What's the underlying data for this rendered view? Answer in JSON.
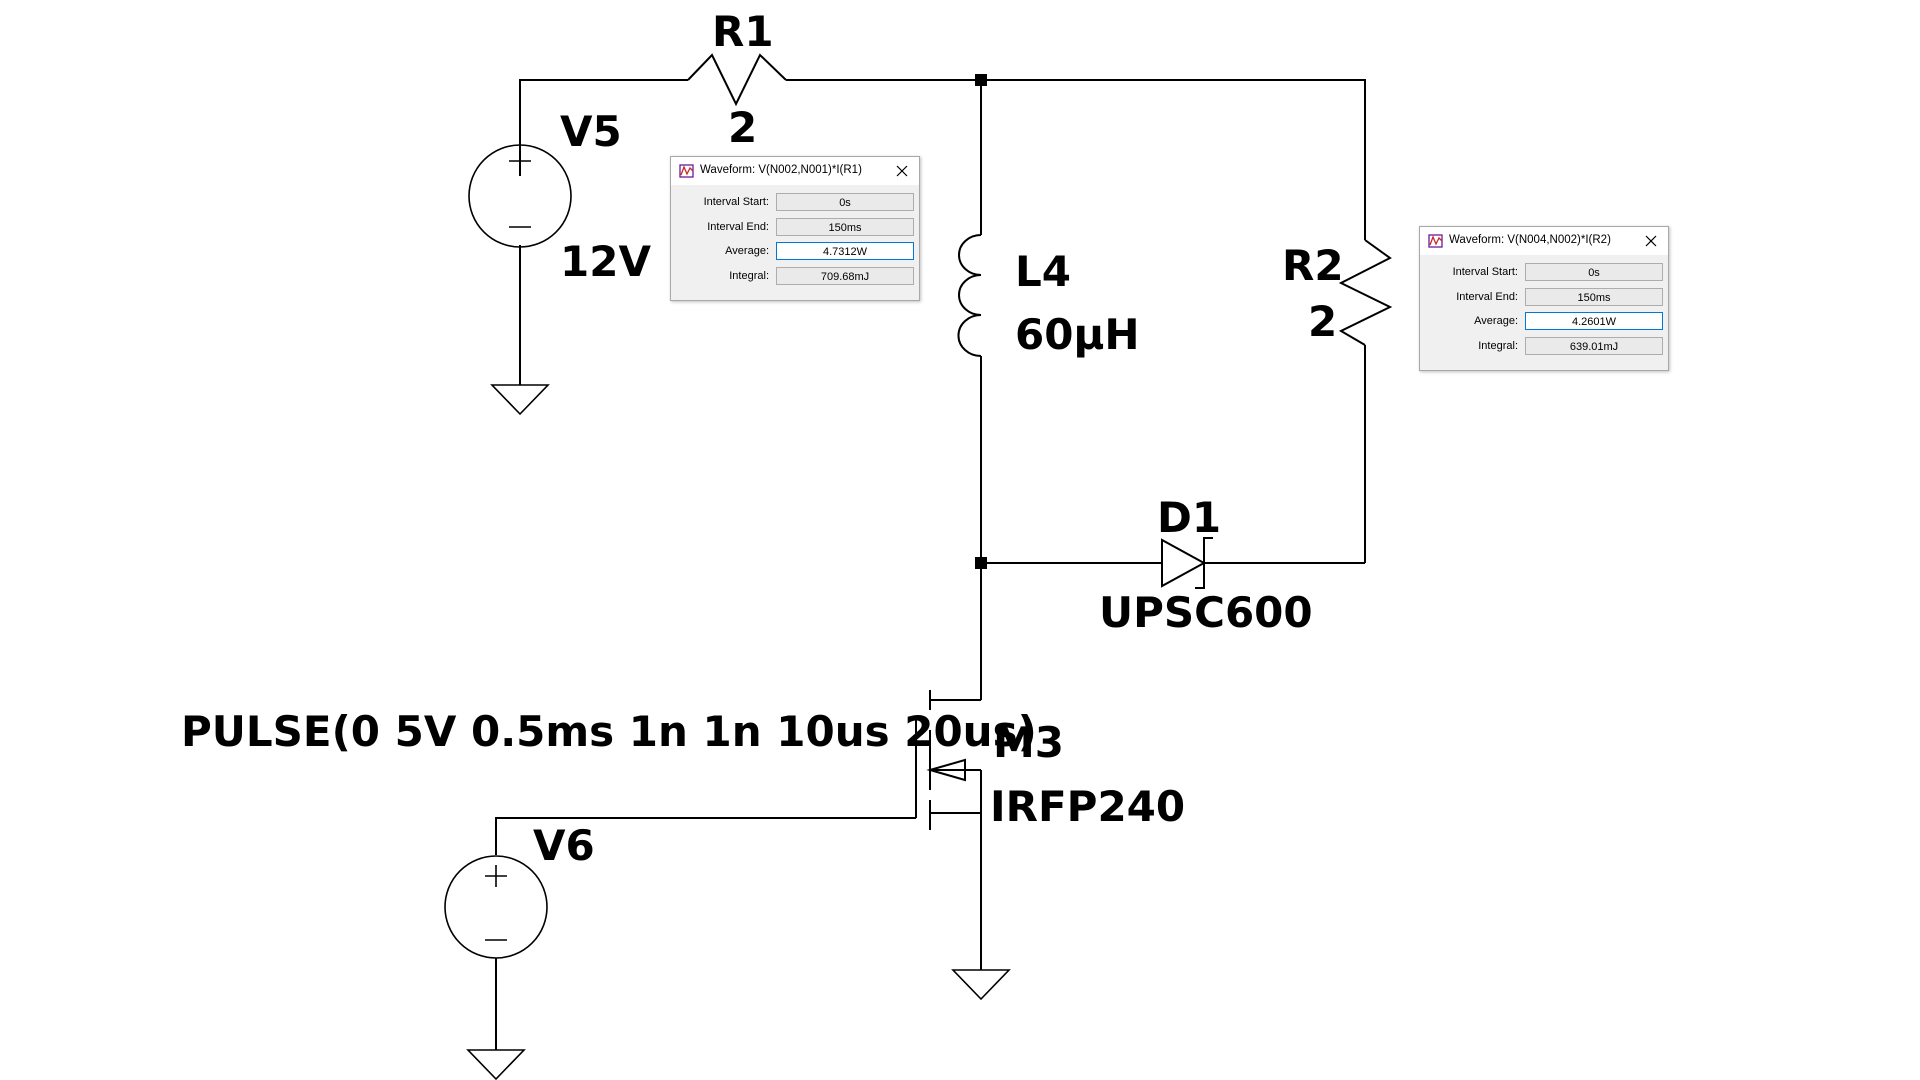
{
  "components": {
    "r1": {
      "name": "R1",
      "value": "2"
    },
    "v5": {
      "name": "V5",
      "value": "12V"
    },
    "l4": {
      "name": "L4",
      "value": "60µH"
    },
    "r2": {
      "name": "R2",
      "value": "2"
    },
    "d1": {
      "name": "D1",
      "value": "UPSC600"
    },
    "m3": {
      "name": "M3",
      "value": "IRFP240"
    },
    "v6": {
      "name": "V6",
      "value": "PULSE(0 5V 0.5ms 1n 1n 10us 20us)"
    }
  },
  "dialogs": {
    "r1_power": {
      "title": "Waveform: V(N002,N001)*I(R1)",
      "interval_start_label": "Interval Start:",
      "interval_start": "0s",
      "interval_end_label": "Interval End:",
      "interval_end": "150ms",
      "average_label": "Average:",
      "average": "4.7312W",
      "integral_label": "Integral:",
      "integral": "709.68mJ"
    },
    "r2_power": {
      "title": "Waveform: V(N004,N002)*I(R2)",
      "interval_start_label": "Interval Start:",
      "interval_start": "0s",
      "interval_end_label": "Interval End:",
      "interval_end": "150ms",
      "average_label": "Average:",
      "average": "4.2601W",
      "integral_label": "Integral:",
      "integral": "639.01mJ"
    }
  },
  "icons": {
    "dialog_icon": "waveform-app-icon",
    "close": "close-icon"
  }
}
